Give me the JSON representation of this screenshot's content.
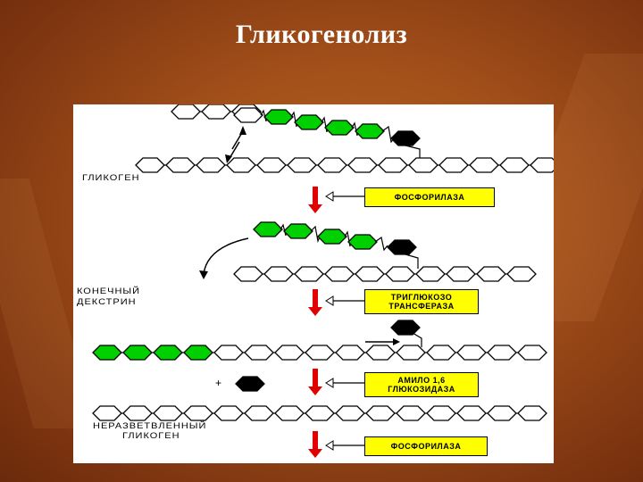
{
  "slide": {
    "title": "Гликогенолиз"
  },
  "diagram": {
    "labels": {
      "glycogen": "ГЛИКОГЕН",
      "limit_dextrin_1": "КОНЕЧНЫЙ",
      "limit_dextrin_2": "ДЕКСТРИН",
      "unbranched_1": "НЕРАЗВЕТВЛЕННЫЙ",
      "unbranched_2": "ГЛИКОГЕН"
    },
    "enzymes": {
      "step1": "ФОСФОРИЛАЗА",
      "step2_1": "ТРИГЛЮКОЗО",
      "step2_2": "ТРАНСФЕРАЗА",
      "step3_1": "АМИЛО 1,6",
      "step3_2": "ГЛЮКОЗИДАЗА",
      "step4": "ФОСФОРИЛАЗА"
    },
    "plus_sign": "+",
    "colors": {
      "glucose_plain": "#ffffff",
      "glucose_removed": "#00d000",
      "branch_point": "#000000",
      "arrow": "#e00000",
      "enzyme_box": "#ffff00"
    }
  }
}
